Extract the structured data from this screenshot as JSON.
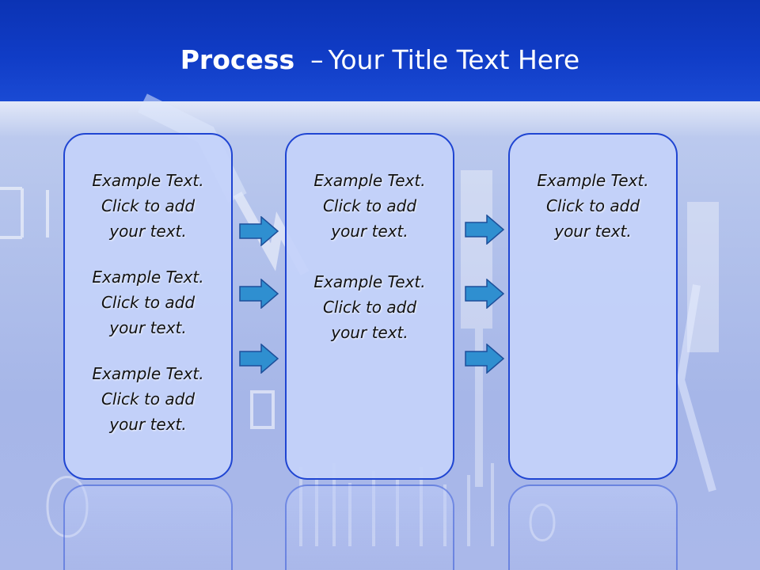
{
  "title": {
    "bold": "Process",
    "separator": "–",
    "rest": "Your Title Text Here"
  },
  "columns": [
    {
      "blocks": [
        {
          "line1": "Example Text.",
          "line2": "Click  to add",
          "line3": "your text."
        },
        {
          "line1": "Example Text.",
          "line2": "Click  to add",
          "line3": "your text."
        },
        {
          "line1": "Example Text.",
          "line2": "Click  to add",
          "line3": "your text."
        }
      ]
    },
    {
      "blocks": [
        {
          "line1": "Example Text.",
          "line2": "Click  to add",
          "line3": "your text."
        },
        {
          "line1": "Example Text.",
          "line2": "Click  to add",
          "line3": "your text."
        }
      ]
    },
    {
      "blocks": [
        {
          "line1": "Example Text.",
          "line2": "Click  to add",
          "line3": "your text."
        }
      ]
    }
  ],
  "arrows": {
    "icon": "right-arrow-icon",
    "fill": "#2f8fd0",
    "stroke": "#1d4f9a"
  },
  "colors": {
    "header": "#1038c0",
    "box_border": "#1f45d2",
    "box_fill": "#c4d2fa"
  }
}
